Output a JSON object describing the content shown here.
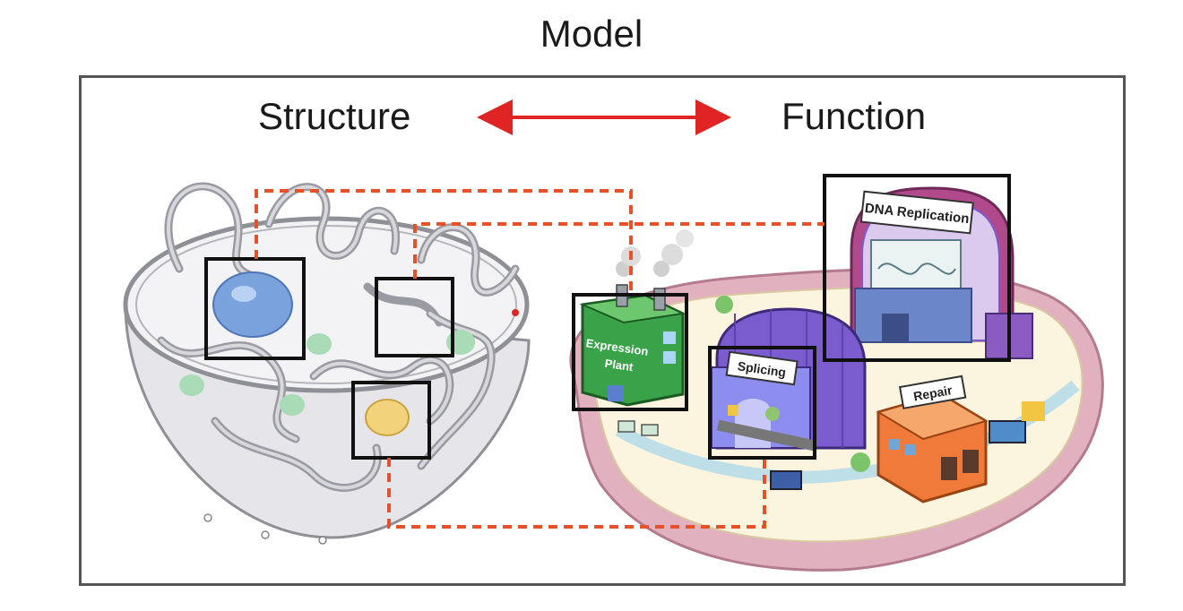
{
  "title": "Model",
  "labels": {
    "structure": "Structure",
    "function": "Function"
  },
  "factory_signs": {
    "expression_line1": "Expression",
    "expression_line2": "Plant",
    "splicing": "Splicing",
    "dna_replication": "DNA Replication",
    "repair": "Repair"
  },
  "colors": {
    "arrow": "#e02424",
    "dashed_connector": "#e8502a",
    "frame": "#555555",
    "expression_plant": "#3aa34a",
    "splicing": "#7a5ccf",
    "dna_replication": "#b04a8c",
    "repair": "#f07a3a"
  }
}
